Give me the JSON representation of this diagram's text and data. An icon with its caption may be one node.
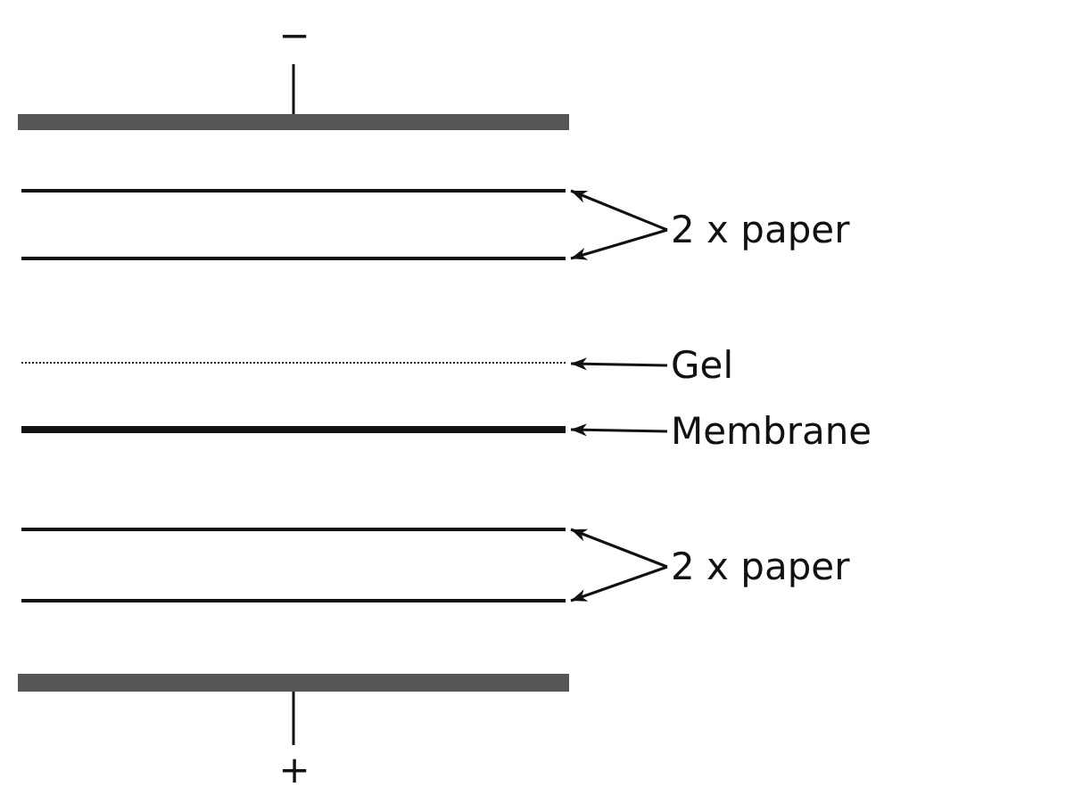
{
  "diagram": {
    "nodes": [
      {
        "text": [
          "−"
        ]
      },
      {
        "text": [],
        "shape": "bar"
      },
      {
        "text": [],
        "shape": "line"
      },
      {
        "text": [],
        "shape": "line"
      },
      {
        "text": [
          "2 x paper"
        ]
      },
      {
        "text": [],
        "shape": "line"
      },
      {
        "text": [
          "Gel"
        ]
      },
      {
        "text": [],
        "shape": "line"
      },
      {
        "text": [
          "Membrane"
        ]
      },
      {
        "text": [],
        "shape": "line"
      },
      {
        "text": [],
        "shape": "line"
      },
      {
        "text": [
          "2 x paper"
        ]
      },
      {
        "text": [],
        "shape": "bar"
      },
      {
        "text": [
          "+"
        ]
      }
    ],
    "edges": [
      {
        "from": 1,
        "to": 0,
        "arrow": "none"
      },
      {
        "from": 4,
        "to": 2,
        "arrow": "to"
      },
      {
        "from": 4,
        "to": 3,
        "arrow": "to"
      },
      {
        "from": 6,
        "to": 5,
        "arrow": "to"
      },
      {
        "from": 8,
        "to": 7,
        "arrow": "to"
      },
      {
        "from": 11,
        "to": 9,
        "arrow": "to"
      },
      {
        "from": 11,
        "to": 10,
        "arrow": "to"
      },
      {
        "from": 12,
        "to": 13,
        "arrow": "none"
      }
    ]
  }
}
